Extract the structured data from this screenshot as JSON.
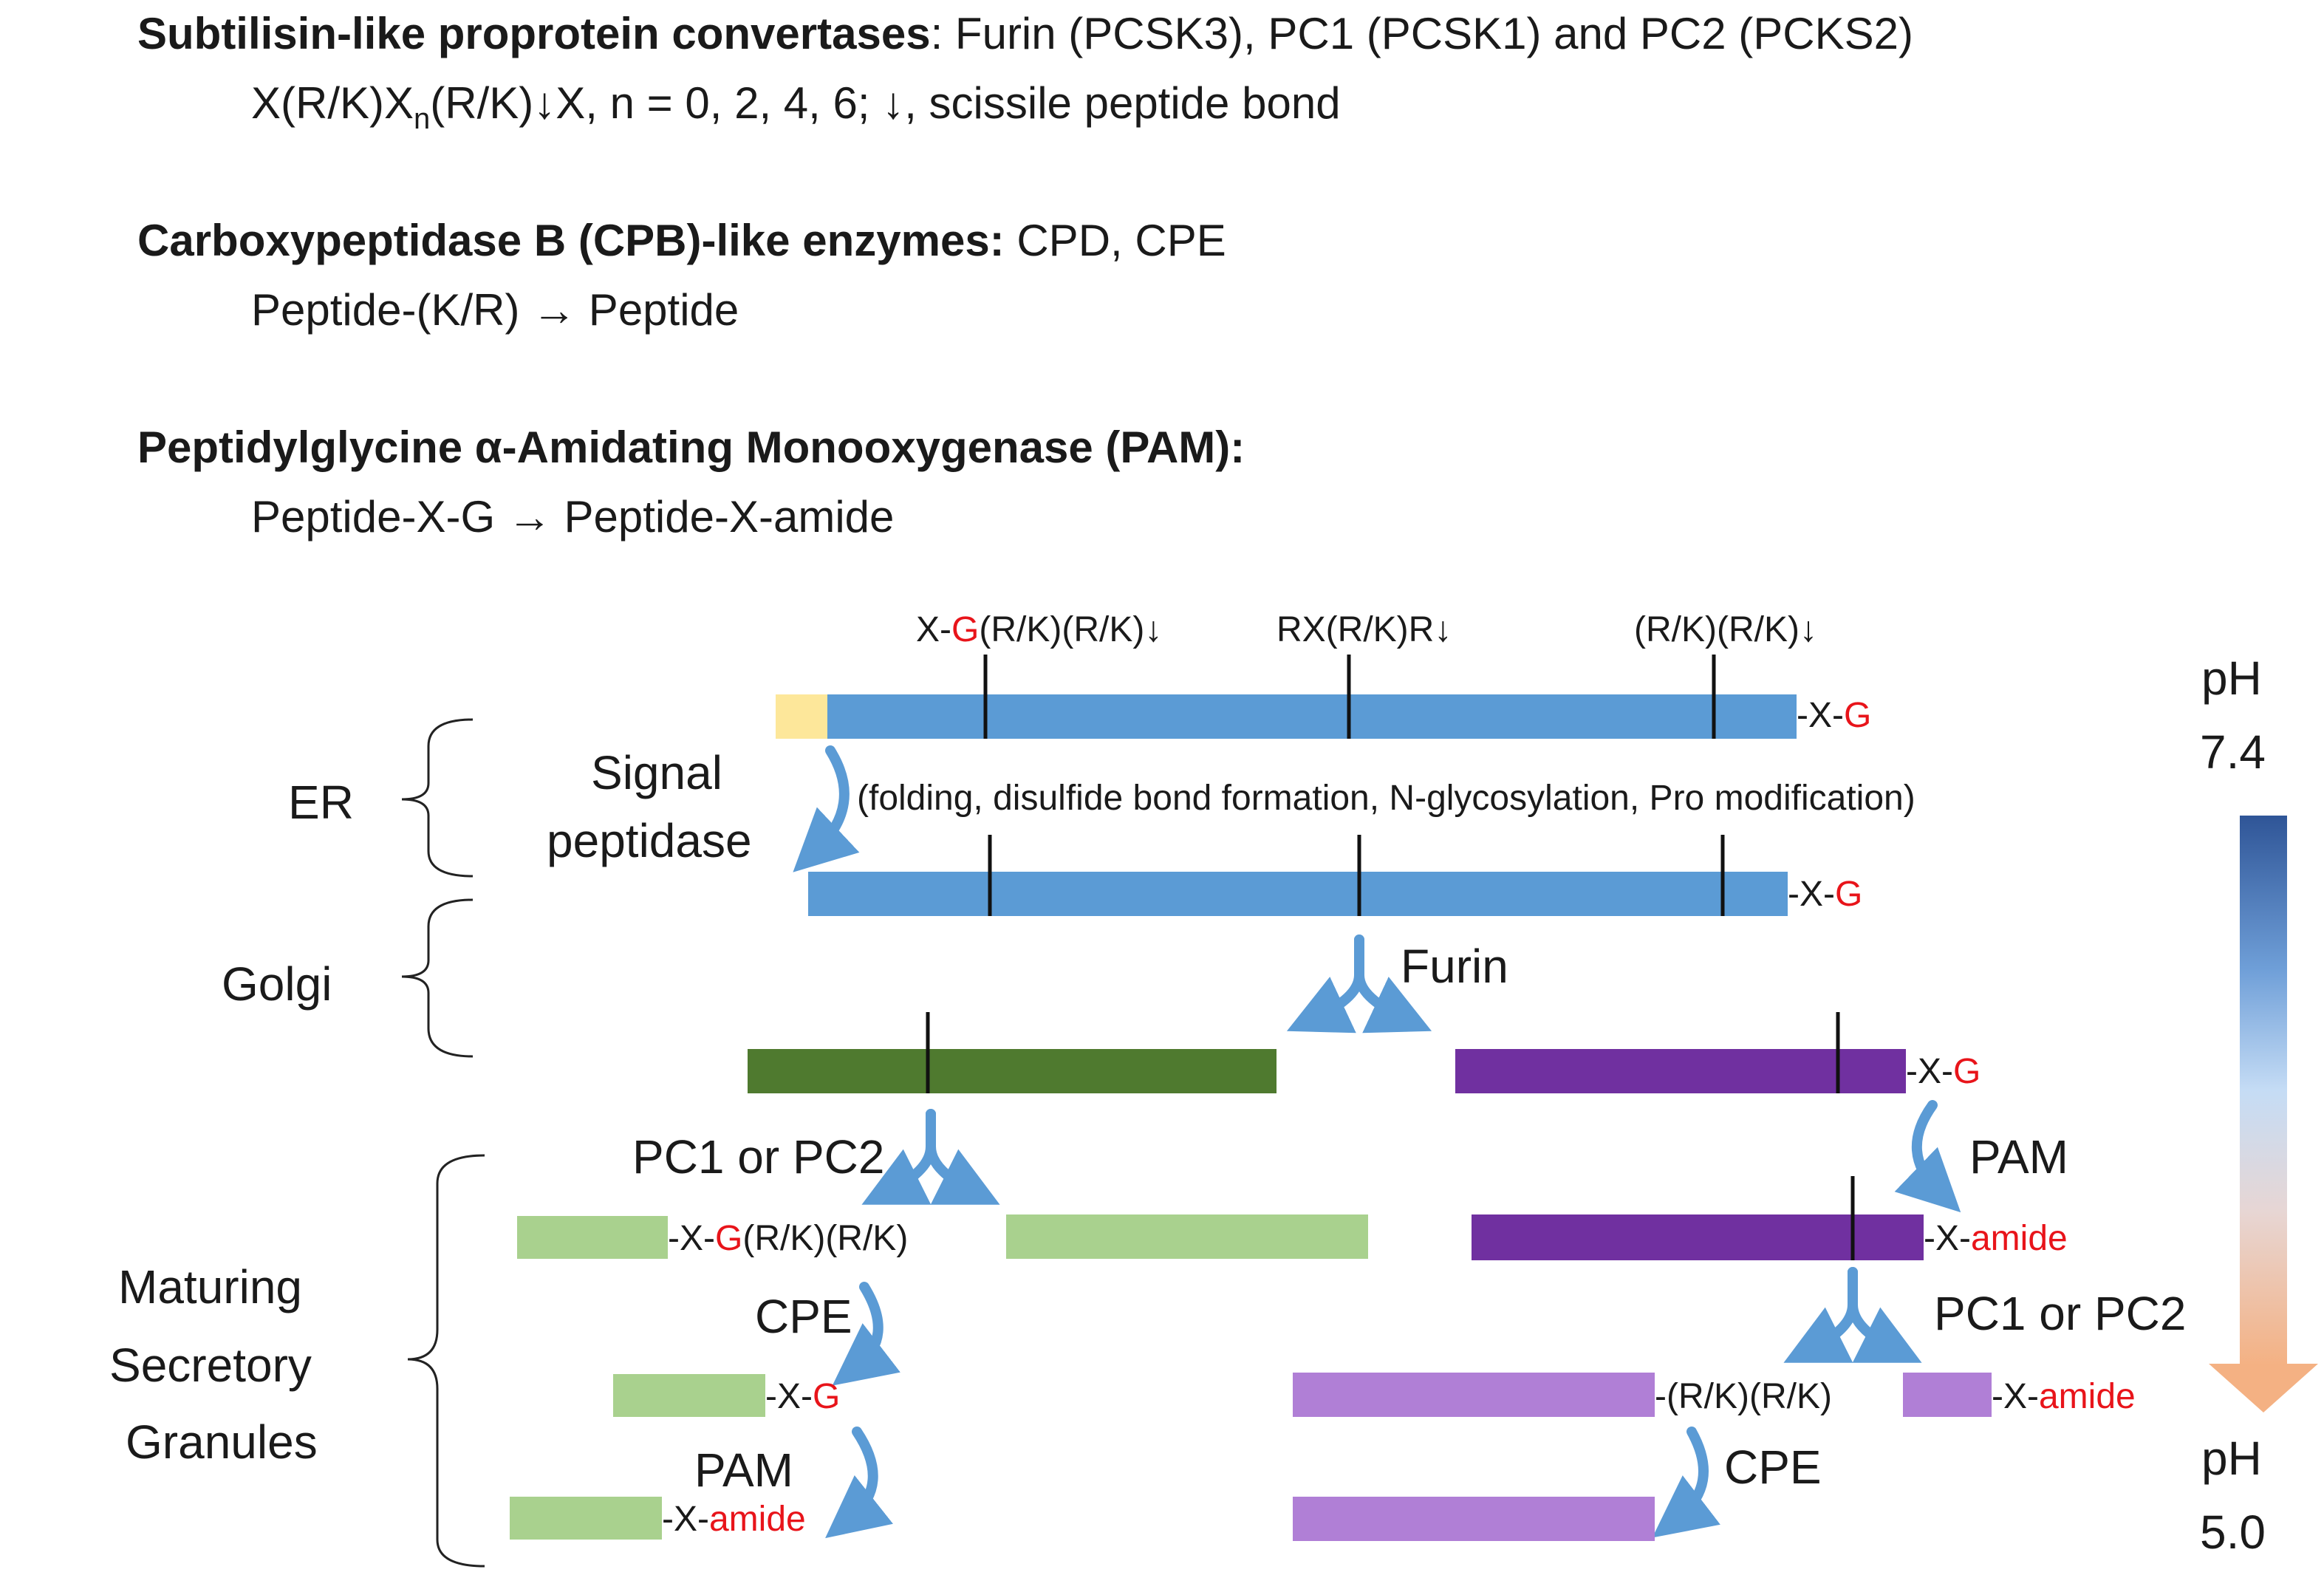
{
  "header": {
    "line1_bold": "Subtilisin-like proprotein convertases",
    "line1_rest": ": Furin (PCSK3), PC1 (PCSK1) and PC2 (PCKS2)",
    "line2_a": "X(R/K)X",
    "line2_sub": "n",
    "line2_b": "(R/K)↓X, n = 0, 2, 4, 6; ↓, scissile peptide bond",
    "line3_bold": "Carboxypeptidase B (CPB)-like enzymes:",
    "line3_rest": " CPD, CPE",
    "line4": "Peptide-(K/R) → Peptide",
    "line5_bold": "Peptidylglycine α-Amidating Monooxygenase (PAM):",
    "line6": "Peptide-X-G → Peptide-X-amide"
  },
  "sites": {
    "site1_a": "X-",
    "site1_g": "G",
    "site1_b": "(R/K)(R/K)↓",
    "site2": "RX(R/K)R↓",
    "site3": "(R/K)(R/K)↓"
  },
  "compartments": {
    "er": "ER",
    "golgi": "Golgi",
    "granules_1": "Maturing",
    "granules_2": "Secretory",
    "granules_3": "Granules"
  },
  "enzymes": {
    "signal_1": "Signal",
    "signal_2": "peptidase",
    "er_note": "(folding, disulfide bond formation, N-glycosylation, Pro modification)",
    "furin": "Furin",
    "pc_left": "PC1 or PC2",
    "pam_right": "PAM",
    "pc_right": "PC1 or PC2",
    "cpe_left": "CPE",
    "pam_left": "PAM",
    "cpe_right": "CPE"
  },
  "suffixes": {
    "xg_dash": "-X-",
    "g": "G",
    "amide": "amide",
    "rk_tail": "(R/K)(R/K)",
    "rk_dash": "-(R/K)(R/K)"
  },
  "ph": {
    "label_top": "pH",
    "value_top": "7.4",
    "label_bottom": "pH",
    "value_bottom": "5.0"
  },
  "colors": {
    "signal_peptide": "#fde79a",
    "proprotein": "#5b9bd5",
    "dark_green": "#4f7a2f",
    "light_green": "#a9d18e",
    "dark_purple": "#7030a0",
    "light_purple": "#b07fd6",
    "arrow": "#5b9bd5",
    "red_text": "#e8141a"
  }
}
